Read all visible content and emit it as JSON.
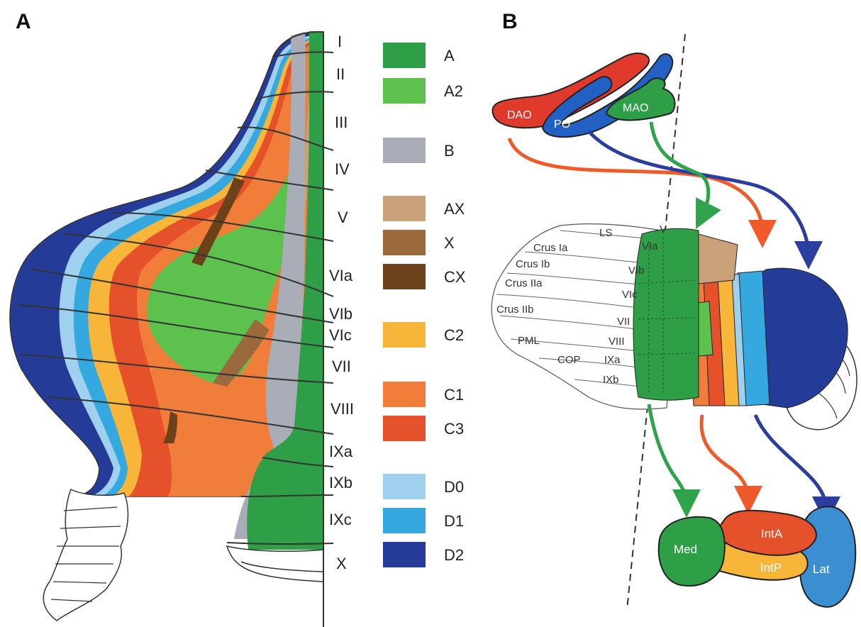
{
  "panels": {
    "a": "A",
    "b": "B"
  },
  "lobules_a": [
    "I",
    "II",
    "III",
    "IV",
    "V",
    "VIa",
    "VIb",
    "VIc",
    "VII",
    "VIII",
    "IXa",
    "IXb",
    "IXc",
    "X"
  ],
  "legend": [
    {
      "label": "A",
      "color": "#2e9e47"
    },
    {
      "label": "A2",
      "color": "#5cc24d"
    },
    {
      "label": "B",
      "color": "#a9adb8"
    },
    {
      "label": "AX",
      "color": "#c9a27a"
    },
    {
      "label": "X",
      "color": "#9a6a3c"
    },
    {
      "label": "CX",
      "color": "#6b4219"
    },
    {
      "label": "C2",
      "color": "#f7b53a"
    },
    {
      "label": "C1",
      "color": "#f07d3a"
    },
    {
      "label": "C3",
      "color": "#e4512a"
    },
    {
      "label": "D0",
      "color": "#9fd0ee"
    },
    {
      "label": "D1",
      "color": "#35a8e0"
    },
    {
      "label": "D2",
      "color": "#243b97"
    }
  ],
  "olive": {
    "dao": "DAO",
    "po": "PO",
    "mao": "MAO"
  },
  "lobules_b": {
    "ls": "LS",
    "v": "V",
    "vla": "VIa",
    "vlb": "VIb",
    "vlc": "VIc",
    "vii": "VII",
    "viii": "VIII",
    "ixa": "IXa",
    "ixb": "IXb",
    "crus1a": "Crus Ia",
    "crus1b": "Crus Ib",
    "crus2a": "Crus IIa",
    "crus2b": "Crus IIb",
    "pml": "PML",
    "cop": "COP"
  },
  "nuclei": {
    "med": "Med",
    "inta": "IntA",
    "intp": "IntP",
    "lat": "Lat"
  },
  "colors": {
    "A": "#2e9e47",
    "A2": "#5cc24d",
    "B": "#a9adb8",
    "AX": "#c9a27a",
    "X": "#9a6a3c",
    "CX": "#6b4219",
    "C2": "#f7b53a",
    "C1": "#f07d3a",
    "C3": "#e4512a",
    "D0": "#9fd0ee",
    "D1": "#35a8e0",
    "D2": "#243b97",
    "arrow_orange": "#f05a28",
    "arrow_blue": "#2b3ea0",
    "arrow_green": "#2ea34a"
  }
}
